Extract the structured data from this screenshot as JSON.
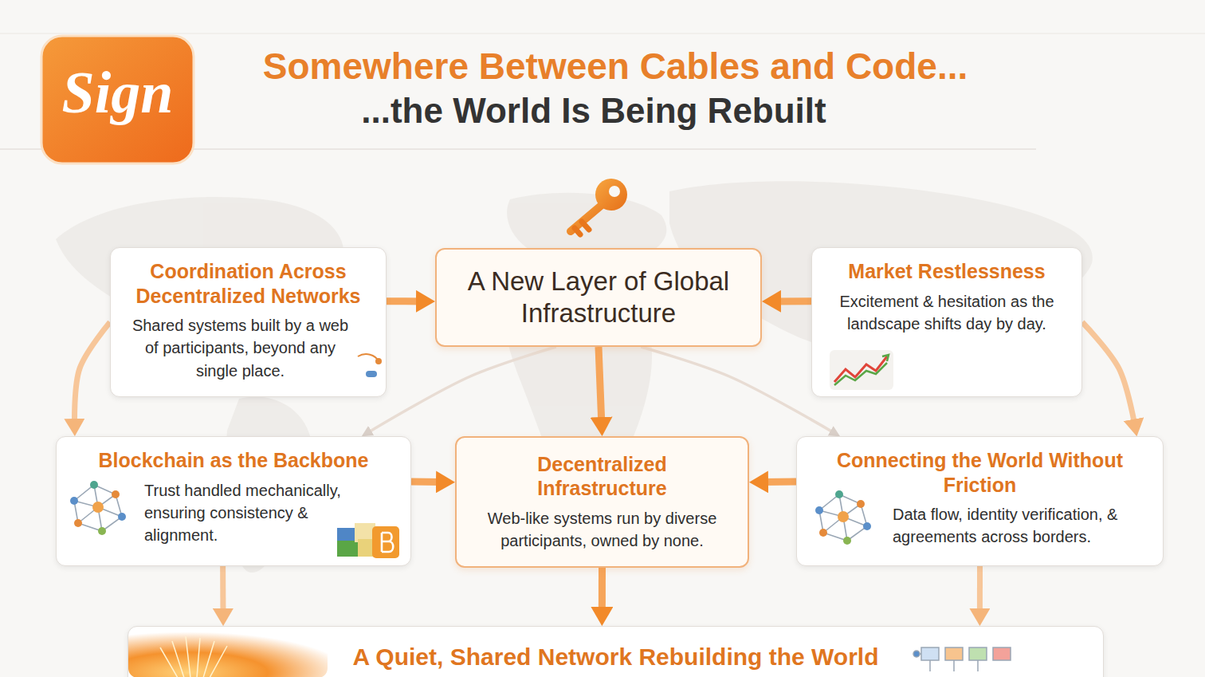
{
  "diagram": {
    "title": "Somewhere Between Cables and Code...",
    "nodes": [
      {
        "text": [
          "Coordination Across Decentralized Networks",
          "Shared systems built by a web of participants, beyond any single place."
        ]
      },
      {
        "text": [
          "A New Layer of Global Infrastructure"
        ]
      },
      {
        "text": [
          "Market Restlessness",
          "Excitement & hesitation as the landscape shifts day by day."
        ]
      },
      {
        "text": [
          "Blockchain as the Backbone",
          "Trust handled mechanically, ensuring consistency & alignment."
        ]
      },
      {
        "text": [
          "Decentralized Infrastructure",
          "Web-like systems run by diverse participants, owned by none."
        ]
      },
      {
        "text": [
          "Connecting the World Without Friction",
          "Data flow, identity verification, & agreements across borders."
        ]
      },
      {
        "text": [
          "A Quiet, Shared Network Rebuilding the World"
        ]
      }
    ],
    "edges": [
      {
        "from": 0,
        "to": 1,
        "arrow": "to"
      },
      {
        "from": 2,
        "to": 1,
        "arrow": "to"
      },
      {
        "from": 1,
        "to": 4,
        "arrow": "to"
      },
      {
        "from": 1,
        "to": 3,
        "arrow": "to"
      },
      {
        "from": 1,
        "to": 5,
        "arrow": "to"
      },
      {
        "from": 0,
        "to": 3,
        "arrow": "to"
      },
      {
        "from": 2,
        "to": 5,
        "arrow": "to"
      },
      {
        "from": 3,
        "to": 4,
        "arrow": "to"
      },
      {
        "from": 5,
        "to": 4,
        "arrow": "to"
      },
      {
        "from": 3,
        "to": 6,
        "arrow": "to"
      },
      {
        "from": 4,
        "to": 6,
        "arrow": "to"
      },
      {
        "from": 5,
        "to": 6,
        "arrow": "to"
      }
    ],
    "labels": [
      "...the World Is Being Rebuilt",
      "Sign"
    ]
  }
}
